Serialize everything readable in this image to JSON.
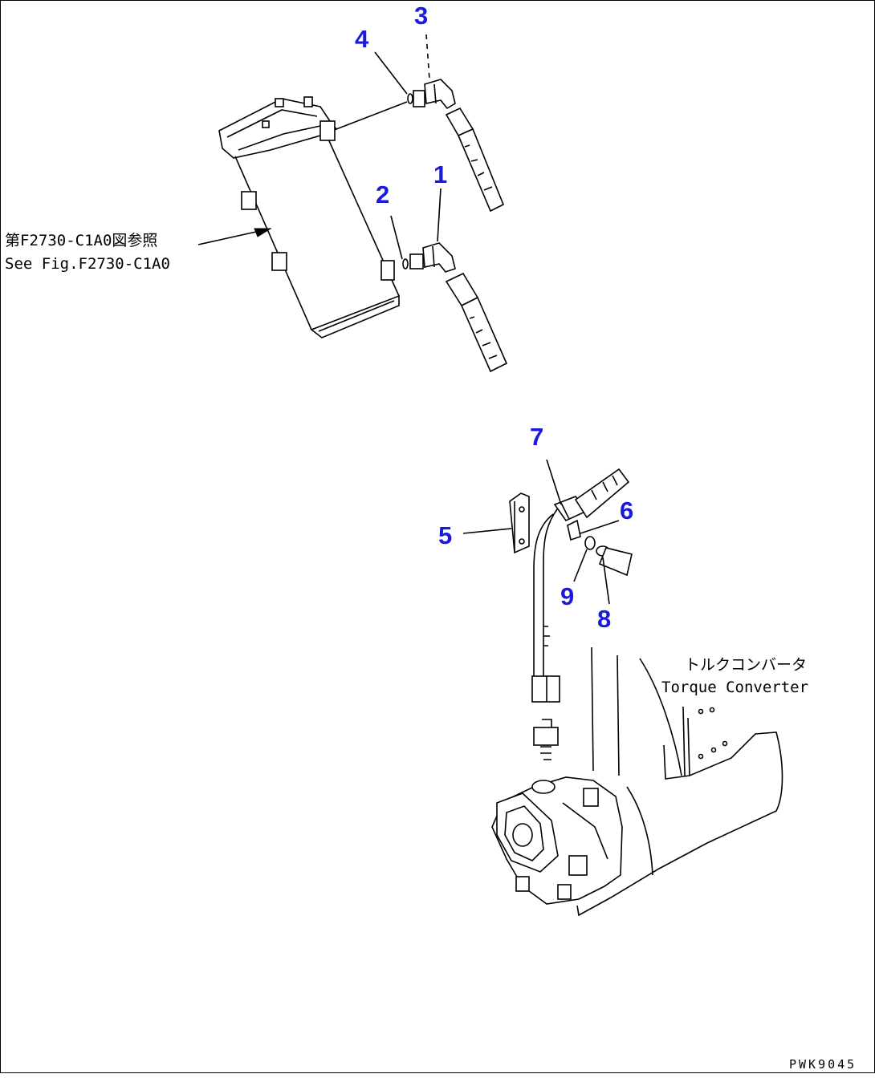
{
  "colors": {
    "callout": "#1a1adc",
    "line": "#000000",
    "background": "#ffffff"
  },
  "callouts": [
    "1",
    "2",
    "3",
    "4",
    "5",
    "6",
    "7",
    "8",
    "9"
  ],
  "references": {
    "filter_jp": "第F2730-C1A0図参照",
    "filter_en": "See Fig.F2730-C1A0",
    "converter_jp": "トルクコンバータ",
    "converter_en": "Torque Converter"
  },
  "drawing_code": "PWK9045"
}
